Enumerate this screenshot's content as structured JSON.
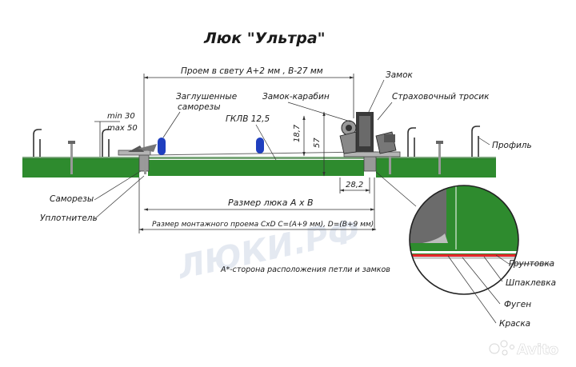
{
  "title": "Люк \"Ультра\"",
  "labels": {
    "opening_size": "Проем в свету А+2 мм , В-27 мм",
    "lock": "Замок",
    "safety_cable": "Страховочный тросик",
    "lock_carabiner": "Замок-карабин",
    "hidden_screws_l1": "Заглушенные",
    "hidden_screws_l2": "саморезы",
    "gklv": "ГКЛВ 12,5",
    "min": "min 30",
    "max": "max 50",
    "dim_187": "18,7",
    "dim_57": "57",
    "dim_282": "28,2",
    "profile": "Профиль",
    "screws": "Саморезы",
    "sealant": "Уплотнитель",
    "hatch_size": "Размер люка А х В",
    "mount_opening": "Размер монтажного проема СхD С=(А+9 мм), D=(В+9 мм)",
    "note": "А*-сторона расположения петли и замков",
    "primer": "Грунтовка",
    "putty": "Шпаклевка",
    "grout": "Фуген",
    "paint": "Краска",
    "avito": "Avito"
  },
  "colors": {
    "board": "#2e8b2e",
    "board_dark": "#1f6b1f",
    "screw_head": "#1f3fbf",
    "frame": "#8a8a8a",
    "paint_stripe": "#e8262b",
    "watermark": "#cfd8e6"
  },
  "icons": [
    "avito-logo-icon",
    "lock-mechanism-icon",
    "screw-icon",
    "profile-clip-icon"
  ]
}
